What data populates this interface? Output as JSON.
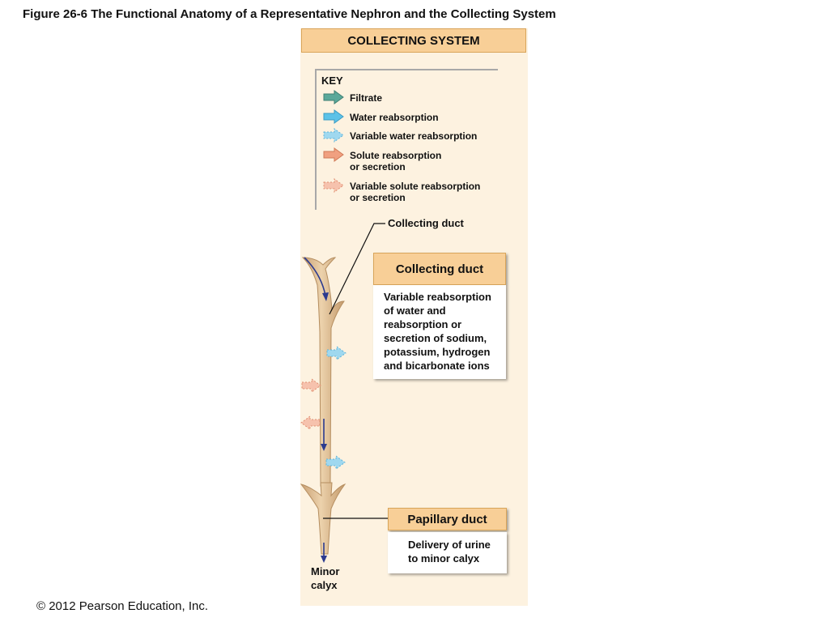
{
  "title": "Figure 26-6  The Functional Anatomy of a Representative Nephron and the Collecting System",
  "section_header": "COLLECTING SYSTEM",
  "key": {
    "title": "KEY",
    "items": [
      {
        "label": "Filtrate",
        "icon": "filtrate-arrow-icon",
        "color": "#5aa89a",
        "dashed": false
      },
      {
        "label": "Water reabsorption",
        "icon": "water-reabsorption-arrow-icon",
        "color": "#5cc2e8",
        "dashed": false
      },
      {
        "label": "Variable water reabsorption",
        "icon": "variable-water-reabsorption-arrow-icon",
        "color": "#9fd8ef",
        "dashed": true
      },
      {
        "label": "Solute reabsorption\nor secretion",
        "icon": "solute-arrow-icon",
        "color": "#f0a080",
        "dashed": false
      },
      {
        "label": "Variable solute reabsorption\nor secretion",
        "icon": "variable-solute-arrow-icon",
        "color": "#f6c2ad",
        "dashed": true
      }
    ]
  },
  "labels": {
    "collecting_duct": "Collecting duct",
    "minor_calyx": "Minor\ncalyx"
  },
  "boxes": {
    "collecting_duct": {
      "header": "Collecting duct",
      "body": "Variable reabsorption\nof water and\nreabsorption or\nsecretion of sodium,\npotassium, hydrogen\nand bicarbonate ions"
    },
    "papillary_duct": {
      "header": "Papillary duct",
      "body": "Delivery of urine\nto minor calyx"
    }
  },
  "colors": {
    "panel": "#fdf2e0",
    "header_fill": "#f8cf97",
    "duct_fill": "#e3c39a",
    "duct_stroke": "#b58e60",
    "flow_arrow": "#2b3a8f"
  },
  "copyright": "© 2012 Pearson Education, Inc."
}
